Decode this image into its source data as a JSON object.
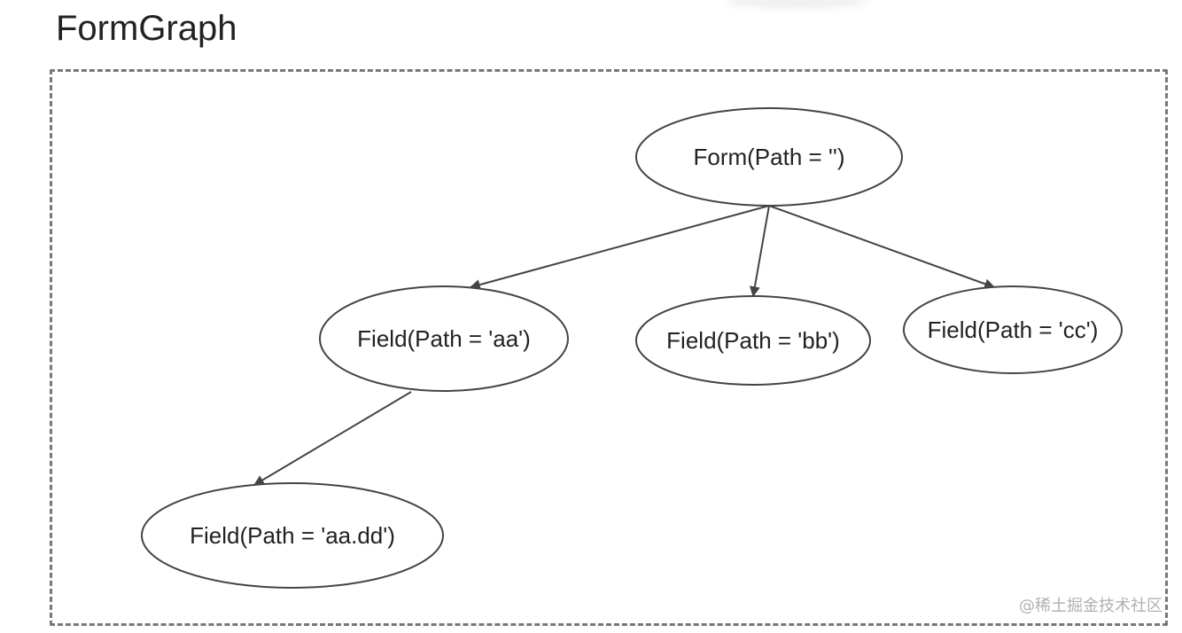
{
  "title": "FormGraph",
  "watermark": "@稀土掘金技术社区",
  "colors": {
    "stroke": "#444444",
    "text": "#222222",
    "frame": "#777777"
  },
  "nodes": [
    {
      "id": "root",
      "label": "Form(Path = '')"
    },
    {
      "id": "aa",
      "label": "Field(Path = 'aa')"
    },
    {
      "id": "bb",
      "label": "Field(Path = 'bb')"
    },
    {
      "id": "cc",
      "label": "Field(Path = 'cc')"
    },
    {
      "id": "aadd",
      "label": "Field(Path = 'aa.dd')"
    }
  ],
  "edges": [
    {
      "from": "root",
      "to": "aa"
    },
    {
      "from": "root",
      "to": "bb"
    },
    {
      "from": "root",
      "to": "cc"
    },
    {
      "from": "aa",
      "to": "aadd"
    }
  ]
}
